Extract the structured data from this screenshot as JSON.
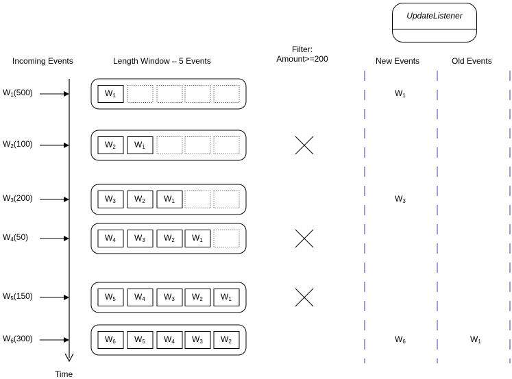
{
  "headers": {
    "incoming": "Incoming Events",
    "window": "Length Window – 5 Events",
    "filter_line1": "Filter:",
    "filter_line2": "Amount>=200",
    "new_events": "New Events",
    "old_events": "Old Events",
    "time": "Time"
  },
  "listener": {
    "title": "UpdateListener"
  },
  "rows": [
    {
      "event": "W",
      "sub": "1",
      "amount": "(500)",
      "window": [
        [
          "W",
          "1"
        ]
      ],
      "filtered_out": false,
      "new_event": [
        "W",
        "1"
      ],
      "old_event": null
    },
    {
      "event": "W",
      "sub": "2",
      "amount": "(100)",
      "window": [
        [
          "W",
          "2"
        ],
        [
          "W",
          "1"
        ]
      ],
      "filtered_out": true,
      "new_event": null,
      "old_event": null
    },
    {
      "event": "W",
      "sub": "3",
      "amount": "(200)",
      "window": [
        [
          "W",
          "3"
        ],
        [
          "W",
          "2"
        ],
        [
          "W",
          "1"
        ]
      ],
      "filtered_out": false,
      "new_event": [
        "W",
        "3"
      ],
      "old_event": null
    },
    {
      "event": "W",
      "sub": "4",
      "amount": "(50)",
      "window": [
        [
          "W",
          "4"
        ],
        [
          "W",
          "3"
        ],
        [
          "W",
          "2"
        ],
        [
          "W",
          "1"
        ]
      ],
      "filtered_out": true,
      "new_event": null,
      "old_event": null
    },
    {
      "event": "W",
      "sub": "5",
      "amount": "(150)",
      "window": [
        [
          "W",
          "5"
        ],
        [
          "W",
          "4"
        ],
        [
          "W",
          "3"
        ],
        [
          "W",
          "2"
        ],
        [
          "W",
          "1"
        ]
      ],
      "filtered_out": true,
      "new_event": null,
      "old_event": null
    },
    {
      "event": "W",
      "sub": "6",
      "amount": "(300)",
      "window": [
        [
          "W",
          "6"
        ],
        [
          "W",
          "5"
        ],
        [
          "W",
          "4"
        ],
        [
          "W",
          "3"
        ],
        [
          "W",
          "2"
        ]
      ],
      "filtered_out": false,
      "new_event": [
        "W",
        "6"
      ],
      "old_event": [
        "W",
        "1"
      ]
    }
  ],
  "colors": {
    "divider": "#5b5bb5",
    "line": "#000000",
    "empty_slot": "#777777"
  }
}
